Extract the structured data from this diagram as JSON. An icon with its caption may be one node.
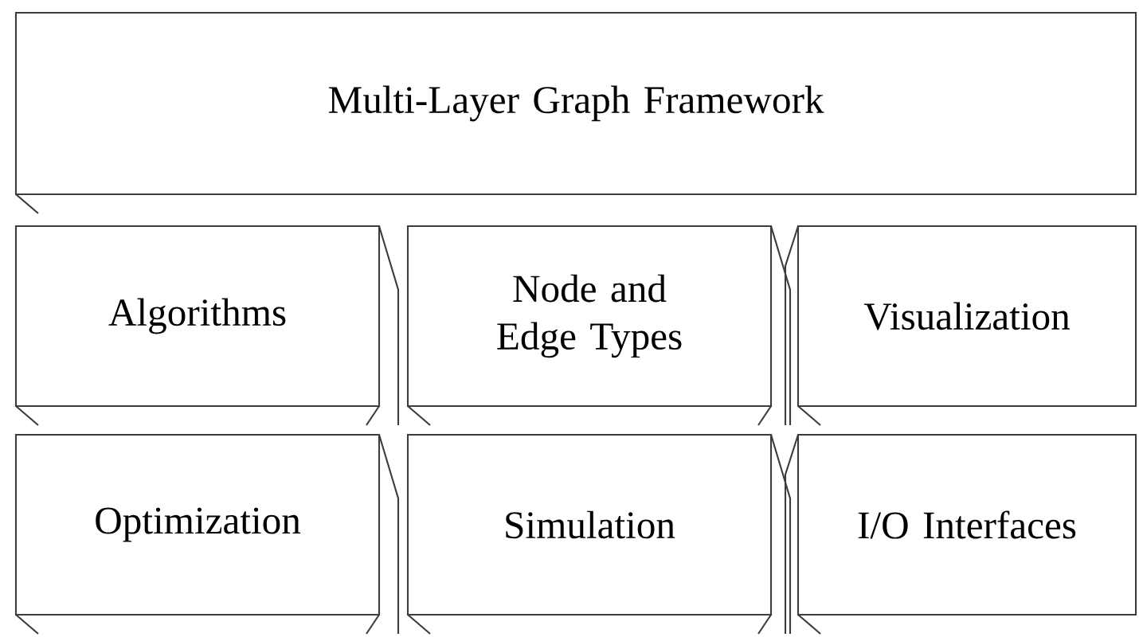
{
  "diagram": {
    "nodes": [
      {
        "text": [
          "Multi-Layer Graph Framework"
        ]
      },
      {
        "text": [
          "Algorithms"
        ]
      },
      {
        "text": [
          "Node and Edge Types"
        ]
      },
      {
        "text": [
          "Visualization"
        ]
      },
      {
        "text": [
          "Optimization"
        ]
      },
      {
        "text": [
          "Simulation"
        ]
      },
      {
        "text": [
          "I/O Interfaces"
        ]
      }
    ]
  }
}
